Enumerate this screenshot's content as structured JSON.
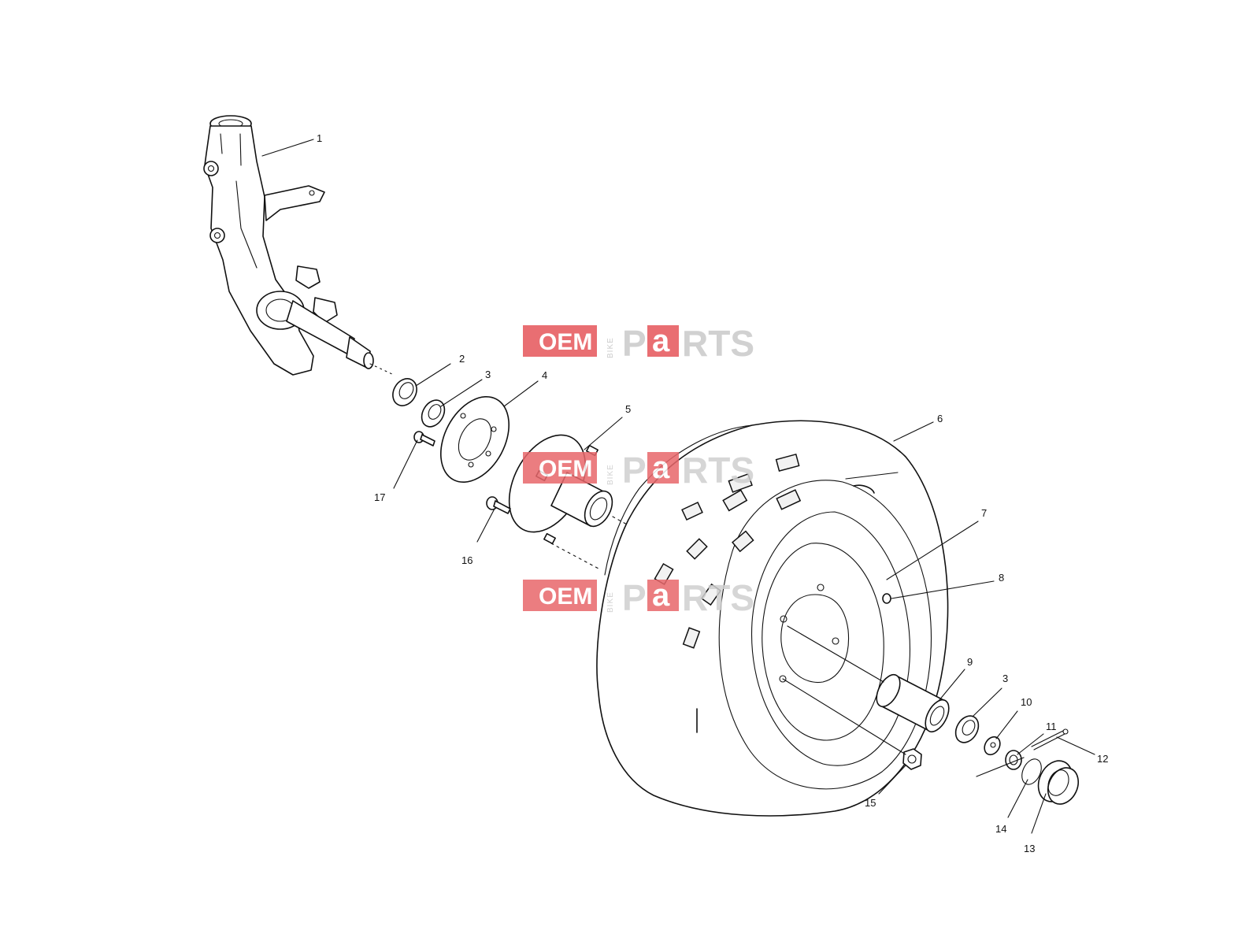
{
  "diagram": {
    "callouts": [
      "1",
      "2",
      "3",
      "4",
      "5",
      "6",
      "7",
      "8",
      "9",
      "3",
      "10",
      "11",
      "12",
      "13",
      "14",
      "15",
      "16",
      "17"
    ]
  },
  "watermark": {
    "oem": "OEM",
    "bike": "BIKE",
    "p": "P",
    "a": "a",
    "rts": "RTS"
  },
  "colors": {
    "watermark_red": "#e8676b",
    "watermark_gray": "#cfcfcf",
    "line": "#111111"
  }
}
